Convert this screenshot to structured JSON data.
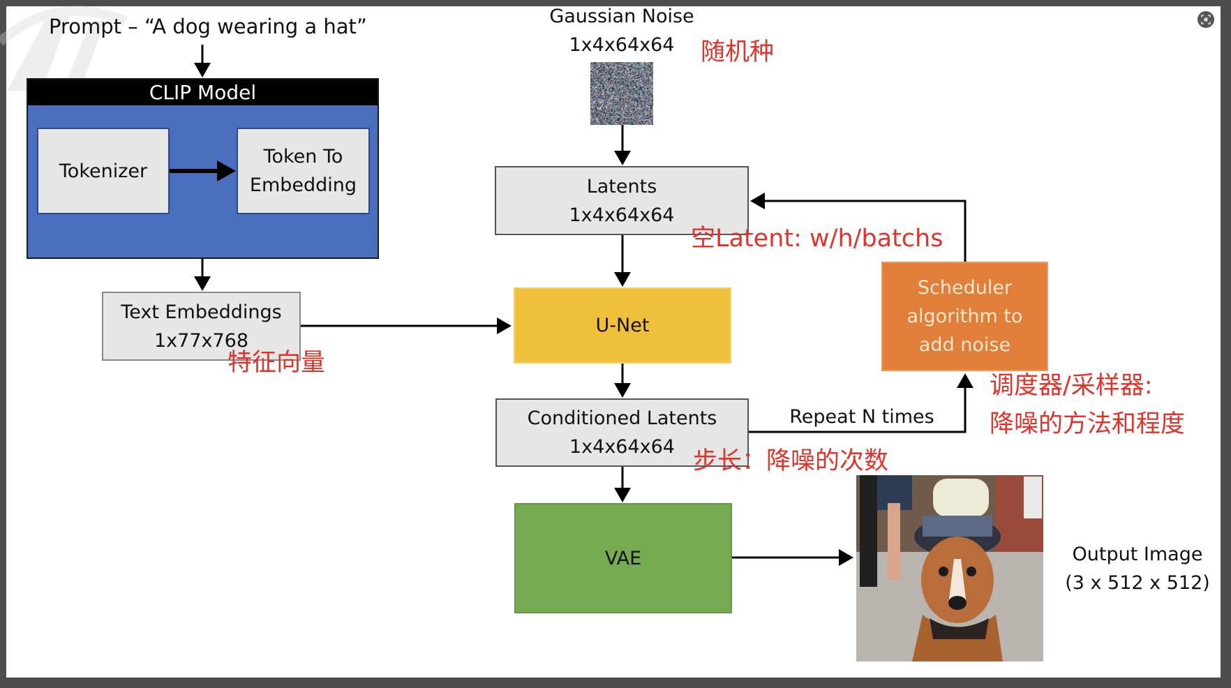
{
  "prompt": "Prompt – “A dog wearing a hat”",
  "clip": {
    "title": "CLIP Model",
    "tokenizer": "Tokenizer",
    "token_to_embedding": [
      "Token To",
      "Embedding"
    ]
  },
  "text_embeddings": {
    "title": "Text Embeddings",
    "dims": "1x77x768"
  },
  "gaussian_noise": {
    "title": "Gaussian Noise",
    "dims": "1x4x64x64"
  },
  "latents": {
    "title": "Latents",
    "dims": "1x4x64x64"
  },
  "unet": {
    "title": "U-Net"
  },
  "conditioned_latents": {
    "title": "Conditioned Latents",
    "dims": "1x4x64x64"
  },
  "scheduler": {
    "lines": [
      "Scheduler",
      "algorithm to",
      "add noise"
    ]
  },
  "repeat_label": "Repeat N times",
  "vae": {
    "title": "VAE"
  },
  "output_image": {
    "title": "Output Image",
    "dims": "(3 x 512 x 512)"
  },
  "annotations": {
    "random_seed": "随机种",
    "empty_latent": "空Latent: w/h/batchs",
    "feature_vector": "特征向量",
    "scheduler_note_1": "调度器/采样器:",
    "scheduler_note_2": "降噪的方法和程度",
    "steps_note": "步长：降噪的次数"
  },
  "colors": {
    "clip_header": "#000000",
    "clip_body": "#4a6fbe",
    "unet": "#f0c03c",
    "scheduler": "#e07e3a",
    "vae": "#76ab52",
    "annotation_red": "#e0342a"
  }
}
